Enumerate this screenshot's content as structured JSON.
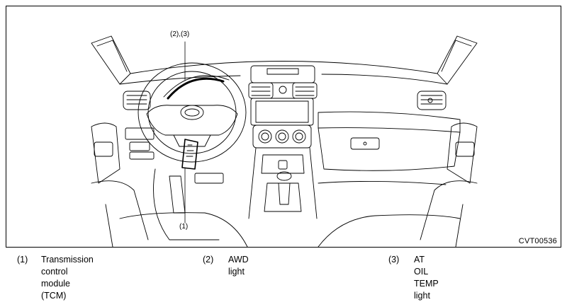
{
  "figure": {
    "code": "CVT00536",
    "callouts": {
      "top": "(2),(3)",
      "bottom": "(1)"
    }
  },
  "legend": [
    {
      "num": "(1)",
      "text": "Transmission control module",
      "text2": "(TCM)"
    },
    {
      "num": "(2)",
      "text": "AWD light"
    },
    {
      "num": "(3)",
      "text": "AT OIL TEMP light"
    }
  ]
}
